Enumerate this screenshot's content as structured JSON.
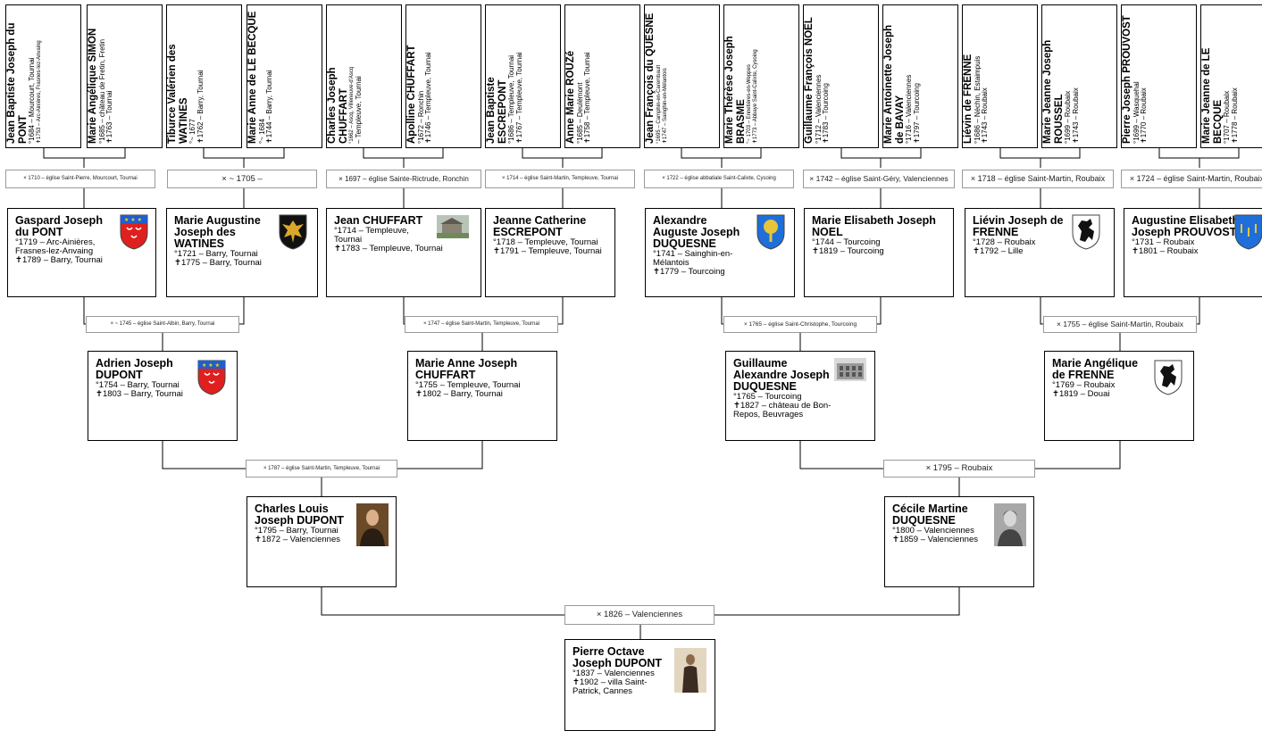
{
  "generation5": [
    {
      "name": "Jean Baptiste Joseph du PONT",
      "birth": "°1684 – Mourcourt, Tournai",
      "death": "✝1753 – Arc-Ainières, Frasnes-lez-Anvaing"
    },
    {
      "name": "Marie Angélique SIMON",
      "birth": "°1685 – château de Fretin, Fretin",
      "death": "✝1763 – Tournai"
    },
    {
      "name": "Tiburce Valérien des WATINES",
      "birth": "°~ 1677",
      "death": "✝1762 – Barry, Tournai"
    },
    {
      "name": "Marie Anne de LE BECQUE",
      "birth": "°~ 1684",
      "death": "✝1744 – Barry, Tournai"
    },
    {
      "name": "Charles Joseph CHUFFART",
      "birth": "°1662 – Ascq, Villeneuve-d'Ascq",
      "death": "– Templeuve, Tournai"
    },
    {
      "name": "Apolline CHUFFART",
      "birth": "°1672 – Ronchin",
      "death": "✝1746 – Templeuve, Tournai"
    },
    {
      "name": "Jean Baptiste ESCREPONT",
      "birth": "°1686 – Templeuve, Tournai",
      "death": "✝1767 – Templeuve, Tournai"
    },
    {
      "name": "Anne Marie ROUZé",
      "birth": "°1685 – Deulémont",
      "death": "✝1758 – Templeuve, Tournai"
    },
    {
      "name": "Jean François du QUESNE",
      "birth": "°1695 – Camphin-en-Carembault",
      "death": "✝1747 – Sainghin-en-Mélantois"
    },
    {
      "name": "Marie Thérèse Joseph BRASME",
      "birth": "°~ 1703 – Ennetières-en-Weppes",
      "death": "✝1773 – Abbaye Saint-Calixte, Cysoing"
    },
    {
      "name": "Guillaume François NOEL",
      "birth": "°1712 – Valenciennes",
      "death": "✝1783 – Tourcoing"
    },
    {
      "name": "Marie Antoinette Joseph de BAVAY",
      "birth": "°1716 – Valenciennes",
      "death": "✝1797 – Tourcoing"
    },
    {
      "name": "Liévin de FRENNE",
      "birth": "°1686 – Néchin, Estaimpuis",
      "death": "✝1743 – Roubaix"
    },
    {
      "name": "Marie Jeanne Joseph ROUSSEL",
      "birth": "°1699 – Roubaix",
      "death": "✝1743 – Roubaix"
    },
    {
      "name": "Pierre Joseph PROUVOST",
      "birth": "°1699 – Wasquehal",
      "death": "✝1770 – Roubaix"
    },
    {
      "name": "Marie Jeanne de LE BECQUE",
      "birth": "°1707 – Roubaix",
      "death": "✝1778 – Roubaix"
    }
  ],
  "marriages5": [
    "× 1710 – église Saint-Pierre, Mourcourt, Tournai",
    "× ~ 1705 –",
    "× 1697 – église Sainte-Rictrude, Ronchin",
    "× 1714 – église Saint-Martin, Templeuve, Tournai",
    "× 1722 – église abbatiale Saint-Calixte, Cysoing",
    "× 1742 – église Saint-Géry, Valenciennes",
    "× 1718 – église Saint-Martin, Roubaix",
    "× 1724 – église Saint-Martin, Roubaix"
  ],
  "generation4": [
    {
      "name": "Gaspard Joseph du PONT",
      "lines": [
        "°1719 – Arc-Ainières, Frasnes-lez-Anvaing",
        "✝1789 – Barry, Tournai"
      ],
      "image": "coat-of-arms-red"
    },
    {
      "name": "Marie Augustine Joseph des WATINES",
      "lines": [
        "°1721 – Barry, Tournai",
        "✝1775 – Barry, Tournai"
      ],
      "image": "coat-of-arms-eagle"
    },
    {
      "name": "Jean CHUFFART",
      "lines": [
        "°1714 – Templeuve, Tournai",
        "✝1783 – Templeuve, Tournai"
      ],
      "image": "photo-building"
    },
    {
      "name": "Jeanne Catherine ESCREPONT",
      "lines": [
        "°1718 – Templeuve, Tournai",
        "✝1791 – Templeuve, Tournai"
      ],
      "image": ""
    },
    {
      "name": "Alexandre Auguste Joseph DUQUESNE",
      "lines": [
        "°1741 – Sainghin-en-Mélantois",
        "✝1779 – Tourcoing"
      ],
      "image": "coat-of-arms-tree"
    },
    {
      "name": "Marie Elisabeth Joseph NOEL",
      "lines": [
        "°1744 – Tourcoing",
        "✝1819 – Tourcoing"
      ],
      "image": ""
    },
    {
      "name": "Liévin Joseph de FRENNE",
      "lines": [
        "°1728 – Roubaix",
        "✝1792 – Lille"
      ],
      "image": "coat-of-arms-lion"
    },
    {
      "name": "Augustine Elisabeth Joseph PROUVOST",
      "lines": [
        "°1731 – Roubaix",
        "✝1801 – Roubaix"
      ],
      "image": "coat-of-arms-blue"
    }
  ],
  "marriages4": [
    "× ~ 1745 – église Saint-Albin, Barry, Tournai",
    "× 1747 – église Saint-Martin, Templeuve, Tournai",
    "× 1765 – église Saint-Christophe, Tourcoing",
    "× 1755 – église Saint-Martin, Roubaix"
  ],
  "generation3": [
    {
      "name": "Adrien Joseph DUPONT",
      "lines": [
        "°1754 – Barry, Tournai",
        "✝1803 – Barry, Tournai"
      ],
      "image": "coat-of-arms-red"
    },
    {
      "name": "Marie Anne Joseph CHUFFART",
      "lines": [
        "°1755 – Templeuve, Tournai",
        "✝1802 – Barry, Tournai"
      ],
      "image": ""
    },
    {
      "name": "Guillaume Alexandre Joseph DUQUESNE",
      "lines": [
        "°1765 – Tourcoing",
        "✝1827 – château de Bon-Repos, Beuvrages"
      ],
      "image": "photo-building"
    },
    {
      "name": "Marie Angélique de FRENNE",
      "lines": [
        "°1769 – Roubaix",
        "✝1819 – Douai"
      ],
      "image": "coat-of-arms-lion"
    }
  ],
  "marriages3": [
    "× 1787 – église Saint-Martin, Templeuve, Tournai",
    "× 1795 – Roubaix"
  ],
  "generation2": [
    {
      "name": "Charles Louis Joseph DUPONT",
      "lines": [
        "°1795 – Barry, Tournai",
        "✝1872 – Valenciennes"
      ],
      "image": "portrait"
    },
    {
      "name": "Cécile Martine DUQUESNE",
      "lines": [
        "°1800 – Valenciennes",
        "✝1859 – Valenciennes"
      ],
      "image": "portrait"
    }
  ],
  "marriages2": [
    "× 1826 – Valenciennes"
  ],
  "generation1": [
    {
      "name": "Pierre Octave Joseph DUPONT",
      "lines": [
        "°1837 – Valenciennes",
        "✝1902 – villa Saint-Patrick, Cannes"
      ],
      "image": "portrait"
    }
  ],
  "colors": {
    "line": "#000000",
    "marriage_border": "#9a9a9a",
    "arms_red": "#e0201e",
    "arms_blue": "#1e6fd9",
    "arms_black": "#111111"
  }
}
